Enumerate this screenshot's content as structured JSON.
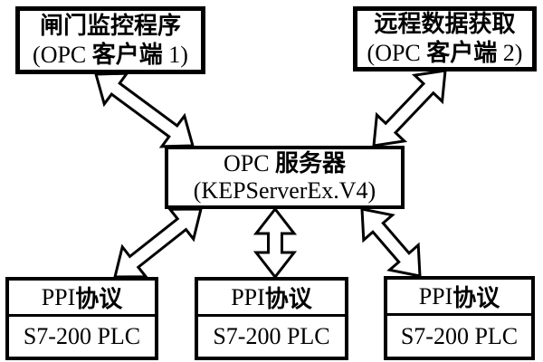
{
  "nodes": {
    "client1": {
      "line1": [
        [
          "闸门监控程序",
          1
        ]
      ],
      "line2": [
        [
          "(OPC ",
          0
        ],
        [
          "客户端",
          1
        ],
        [
          " 1)",
          0
        ]
      ]
    },
    "client2": {
      "line1": [
        [
          "远程数据获取",
          1
        ]
      ],
      "line2": [
        [
          "(OPC ",
          0
        ],
        [
          "客户端",
          1
        ],
        [
          " 2)",
          0
        ]
      ]
    },
    "server": {
      "line1": [
        [
          "OPC ",
          0
        ],
        [
          "服务器",
          1
        ]
      ],
      "line2": [
        [
          "(KEPServerEx.V4)",
          0
        ]
      ]
    },
    "plc1": {
      "line1": [
        [
          "PPI ",
          0
        ],
        [
          "协议",
          1
        ]
      ],
      "line2": [
        [
          "S7-200 PLC",
          0
        ]
      ]
    },
    "plc2": {
      "line1": [
        [
          "PPI ",
          0
        ],
        [
          "协议",
          1
        ]
      ],
      "line2": [
        [
          "S7-200 PLC",
          0
        ]
      ]
    },
    "plc3": {
      "line1": [
        [
          "PPI ",
          0
        ],
        [
          "协议",
          1
        ]
      ],
      "line2": [
        [
          "S7-200 PLC",
          0
        ]
      ]
    }
  },
  "connections": [
    {
      "from": "client1",
      "to": "server",
      "style": "hollow-double-arrow"
    },
    {
      "from": "client2",
      "to": "server",
      "style": "hollow-double-arrow"
    },
    {
      "from": "server",
      "to": "plc1",
      "style": "hollow-double-arrow"
    },
    {
      "from": "server",
      "to": "plc2",
      "style": "hollow-double-arrow"
    },
    {
      "from": "server",
      "to": "plc3",
      "style": "hollow-double-arrow"
    }
  ],
  "colors": {
    "stroke": "#000000",
    "fill": "#ffffff",
    "background": "#ffffff",
    "text": "#000000"
  }
}
